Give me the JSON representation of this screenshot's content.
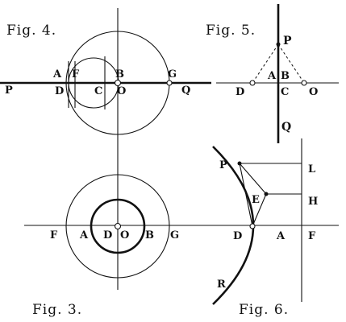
{
  "figures": {
    "fig4": {
      "caption": "Fig. 4.",
      "labels": {
        "A": "A",
        "F": "F",
        "B": "B",
        "G": "G",
        "P": "P",
        "D": "D",
        "C": "C",
        "O": "O",
        "Q": "Q"
      }
    },
    "fig5": {
      "caption": "Fig. 5.",
      "labels": {
        "P": "P",
        "A": "A",
        "B": "B",
        "D": "D",
        "C": "C",
        "O": "O",
        "Q": "Q"
      }
    },
    "fig3": {
      "caption": "Fig. 3.",
      "labels": {
        "F": "F",
        "A": "A",
        "D": "D",
        "O": "O",
        "B": "B",
        "G": "G"
      }
    },
    "fig6": {
      "caption": "Fig. 6.",
      "labels": {
        "P": "P",
        "L": "L",
        "E": "E",
        "H": "H",
        "D": "D",
        "A": "A",
        "F": "F",
        "R": "R"
      }
    }
  }
}
